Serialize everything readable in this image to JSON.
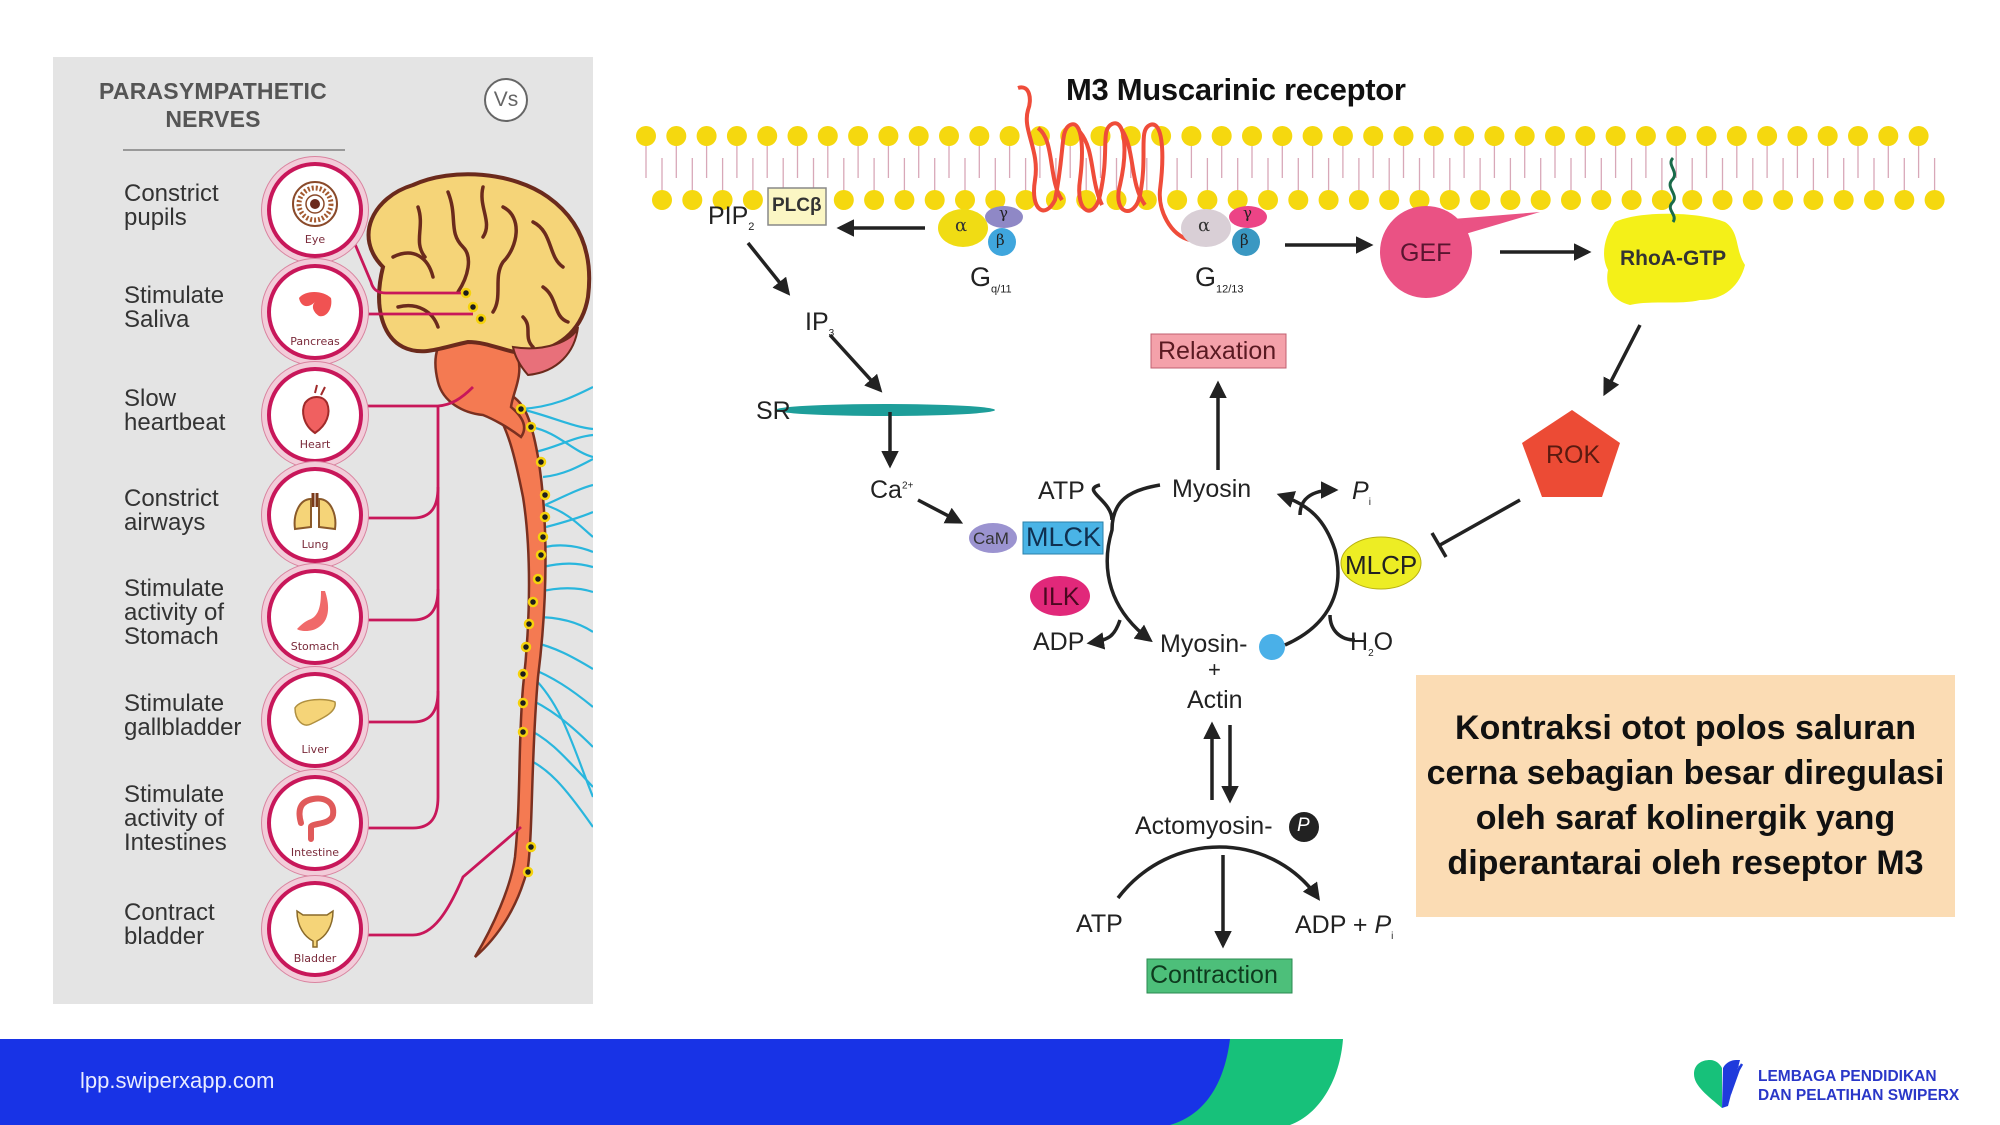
{
  "left_panel": {
    "title_line1": "PARASYMPATHETIC",
    "title_line2": "NERVES",
    "vs_badge": "Vs",
    "effects": [
      {
        "line1": "Constrict",
        "line2": "pupils",
        "line3": "",
        "organ": "Eye",
        "icon": "eye-icon"
      },
      {
        "line1": "Stimulate",
        "line2": "Saliva",
        "line3": "",
        "organ": "Pancreas",
        "icon": "pancreas-icon"
      },
      {
        "line1": "Slow",
        "line2": "heartbeat",
        "line3": "",
        "organ": "Heart",
        "icon": "heart-icon"
      },
      {
        "line1": "Constrict",
        "line2": "airways",
        "line3": "",
        "organ": "Lung",
        "icon": "lung-icon"
      },
      {
        "line1": "Stimulate",
        "line2": "activity of",
        "line3": "Stomach",
        "organ": "Stomach",
        "icon": "stomach-icon"
      },
      {
        "line1": "Stimulate",
        "line2": "gallbladder",
        "line3": "",
        "organ": "Liver",
        "icon": "liver-icon"
      },
      {
        "line1": "Stimulate",
        "line2": "activity of",
        "line3": "Intestines",
        "organ": "Intestine",
        "icon": "intestine-icon"
      },
      {
        "line1": "Contract",
        "line2": "bladder",
        "line3": "",
        "organ": "Bladder",
        "icon": "bladder-icon"
      }
    ]
  },
  "diagram": {
    "title": "M3 Muscarinic receptor",
    "pip2": "PIP",
    "pip2_sub": "2",
    "plc": "PLCβ",
    "gq_alpha": "α",
    "gq_beta": "β",
    "gq_gamma": "γ",
    "gq_label": "G",
    "gq_sub": "q/11",
    "g12_label": "G",
    "g12_sub": "12/13",
    "gef": "GEF",
    "rhoa": "RhoA-GTP",
    "ip3": "IP",
    "ip3_sub": "3",
    "sr": "SR",
    "ca": "Ca",
    "ca_sup": "2+",
    "relaxation": "Relaxation",
    "rok": "ROK",
    "atp_top": "ATP",
    "myosin": "Myosin",
    "pi_top": "P",
    "pi_top_sub": "i",
    "cam": "CaM",
    "mlck": "MLCK",
    "mlcp": "MLCP",
    "ilk": "ILK",
    "adp": "ADP",
    "myosin_p": "Myosin-",
    "h2o": "H",
    "h2o_sub": "2",
    "h2o_end": "O",
    "plus": "+",
    "actin": "Actin",
    "actomyosin": "Actomyosin-",
    "p_glyph": "P",
    "atp_bottom": "ATP",
    "adp_pi": "ADP + ",
    "adp_pi_p": "P",
    "adp_pi_sub": "i",
    "contraction": "Contraction"
  },
  "callout": {
    "text": "Kontraksi otot polos saluran cerna sebagian besar diregulasi oleh saraf kolinergik yang diperantarai oleh reseptor M3"
  },
  "footer": {
    "url": "lpp.swiperxapp.com",
    "logo_line1": "LEMBAGA PENDIDIKAN",
    "logo_line2": "DAN PELATIHAN SWIPERX"
  },
  "colors": {
    "footer_blue": "#1833e6",
    "footer_green": "#17c17a",
    "nerve_magenta": "#c8175a",
    "nerve_cyan": "#29b6dd",
    "callout_bg": "#fbdcb4",
    "lipid_yellow": "#f5d80f",
    "receptor_red": "#ef4c3a"
  }
}
